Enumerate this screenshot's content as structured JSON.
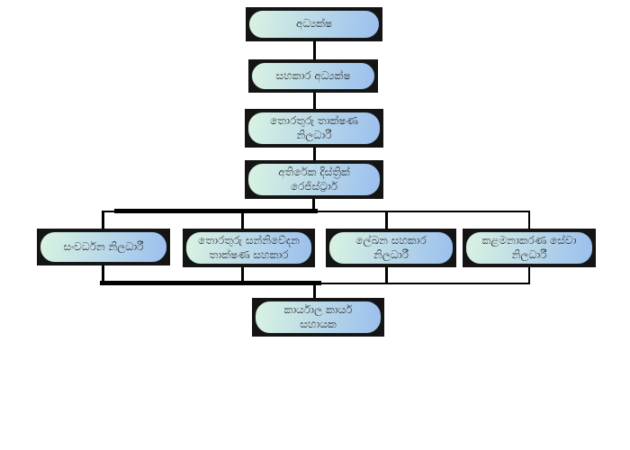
{
  "diagram": {
    "type": "org-chart",
    "colors": {
      "gradient_start": "#d9f3e2",
      "gradient_end": "#9bbfee",
      "line": "#000000",
      "shadow": "#141414",
      "text": "#333333"
    },
    "nodes": [
      {
        "id": "director",
        "label": "අධ්‍යක්ෂ"
      },
      {
        "id": "assistant-director",
        "label": "සහකාර අධ්‍යක්ෂ"
      },
      {
        "id": "it-officer",
        "label": "තොරතුරු තාක්ෂණ\nනිලධාරී"
      },
      {
        "id": "addl-district-registrar",
        "label": "අතිරේක දිස්ත්‍රික්\nරෙජිස්ට්‍රාර්"
      },
      {
        "id": "development-officer",
        "label": "සංවර්ධන නිලධාරී"
      },
      {
        "id": "ict-assistant",
        "label": "තොරතුරු සන්නිවේදන\nතාක්ෂණ සහකාර"
      },
      {
        "id": "documentation-assistant-officer",
        "label": "ලේඛන සහකාර\nනිලධාරී"
      },
      {
        "id": "management-services-officer",
        "label": "කළමනාකරණ සේවා\nනිලධාරී"
      },
      {
        "id": "office-work-assistant",
        "label": "කාර්යාල කාර්ය\nසහායක"
      }
    ]
  }
}
